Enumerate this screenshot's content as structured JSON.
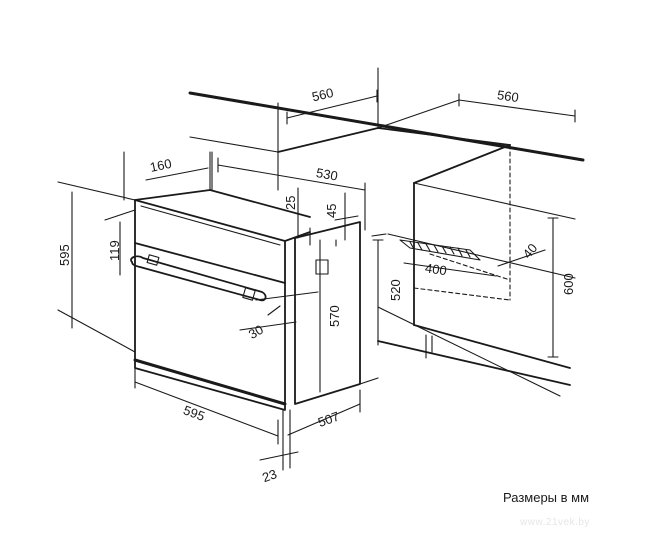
{
  "caption": "Размеры в мм",
  "watermark": "www.21vek.by",
  "dimensions": {
    "cabinet_top_left_width": "560",
    "cabinet_top_right_width": "560",
    "oven_depth_top": "160",
    "oven_body_width": "530",
    "top_gap_25": "25",
    "top_gap_45": "45",
    "oven_height": "595",
    "panel_height": "119",
    "niche_height": "600",
    "niche_inner_height": "520",
    "body_height": "570",
    "handle_offset": "30",
    "vent_depth": "40",
    "vent_width": "400",
    "oven_width_bottom": "595",
    "oven_depth_bottom": "507",
    "front_thickness": "23"
  }
}
